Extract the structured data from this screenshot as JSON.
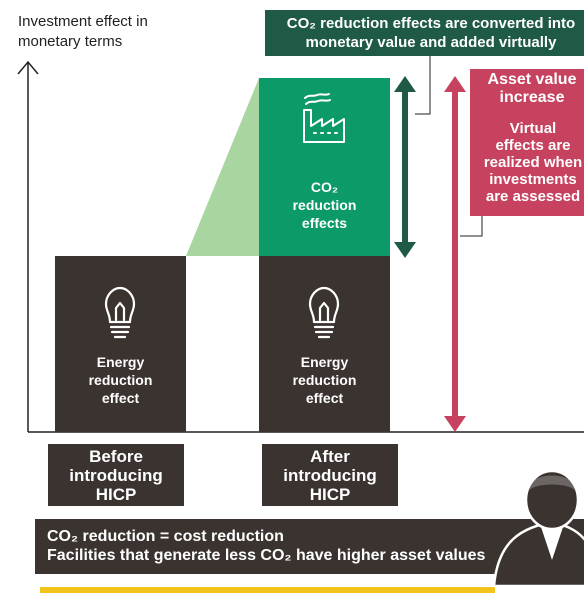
{
  "axis": {
    "y_label": "Investment effect in monetary terms"
  },
  "top_callout": {
    "text": "CO₂ reduction effects are converted into\nmonetary value and added virtually"
  },
  "asset_callout": {
    "title": "Asset value\nincrease",
    "body": "Virtual\neffects are\nrealized when\ninvestments\nare assessed"
  },
  "columns": [
    {
      "energy_label": "Energy\nreduction\neffect",
      "period_label": "Before\nintroducing\nHICP"
    },
    {
      "co2_label": "CO₂\nreduction\neffects",
      "energy_label": "Energy\nreduction\neffect",
      "period_label": "After\nintroducing\nHICP"
    }
  ],
  "bottom_banner": {
    "text": "CO₂ reduction = cost reduction\nFacilities that generate less CO₂ have higher asset values"
  },
  "colors": {
    "dark_box": "#3a3330",
    "green": "#0c9a69",
    "light_green": "#a9d6a0",
    "dark_green": "#1e5a45",
    "magenta": "#c7425f",
    "yellow": "#f2c41b",
    "white": "#ffffff"
  },
  "icons": [
    "lightbulb-icon",
    "factory-icon",
    "person-icon",
    "double-arrow-icon"
  ]
}
